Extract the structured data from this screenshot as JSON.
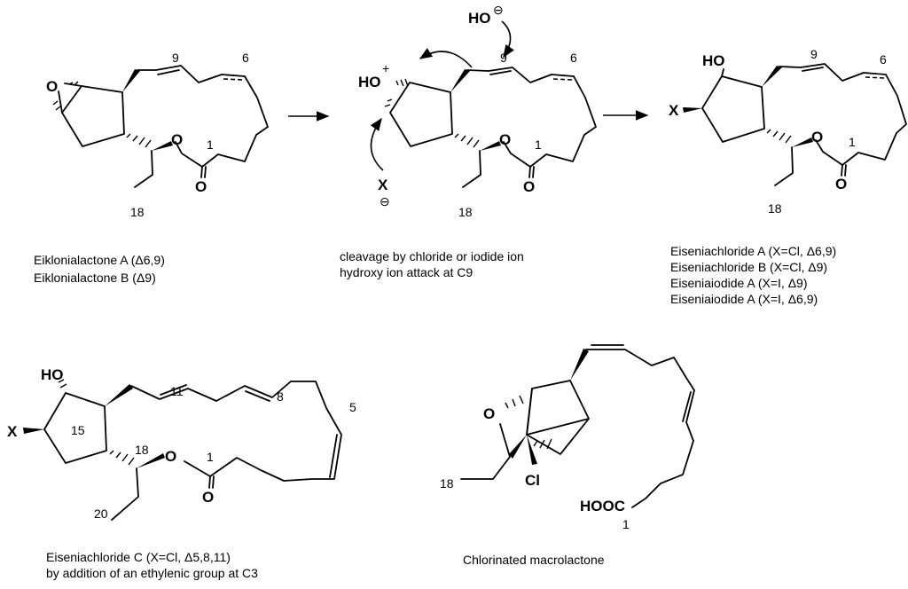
{
  "molecules": {
    "m1": {
      "atoms": {
        "O_epox": "O",
        "O_ring": "O",
        "O_carbonyl": "O"
      },
      "numbers": {
        "n9": "9",
        "n6": "6",
        "n1": "1",
        "n18": "18"
      },
      "caption": [
        "Eiklonialactone A (Δ6,9)",
        "Eiklonialactone B (Δ9)"
      ]
    },
    "m2": {
      "atoms": {
        "HO": "HO",
        "plus": "+",
        "X": "X",
        "X_charge": "⊖",
        "OH_ion": "HO",
        "OH_charge": "⊖",
        "O_ring": "O",
        "O_carbonyl": "O"
      },
      "numbers": {
        "n9": "9",
        "n6": "6",
        "n1": "1",
        "n18": "18"
      },
      "caption": [
        "cleavage by chloride or iodide ion",
        "hydroxy ion attack at C9"
      ]
    },
    "m3": {
      "atoms": {
        "HO": "HO",
        "X": "X",
        "O_ring": "O",
        "O_carbonyl": "O"
      },
      "numbers": {
        "n9": "9",
        "n6": "6",
        "n1": "1",
        "n18": "18"
      },
      "caption": [
        "Eiseniachloride A (X=Cl, Δ6,9)",
        "Eiseniachloride B (X=Cl, Δ9)",
        "Eiseniaiodide A (X=I, Δ9)",
        "Eiseniaiodide A (X=I, Δ6,9)"
      ]
    },
    "m4": {
      "atoms": {
        "HO": "HO",
        "X": "X",
        "O_ring": "O",
        "O_carbonyl": "O"
      },
      "numbers": {
        "n11": "11",
        "n8": "8",
        "n5": "5",
        "n15": "15",
        "n18": "18",
        "n1": "1",
        "n20": "20"
      },
      "caption": [
        "Eiseniachloride C (X=Cl, Δ5,8,11)",
        "by addition of an ethylenic group at C3"
      ]
    },
    "m5": {
      "atoms": {
        "O": "O",
        "Cl": "Cl",
        "HOOC": "HOOC"
      },
      "numbers": {
        "n18": "18",
        "n1": "1"
      },
      "caption": [
        "Chlorinated macrolactone"
      ]
    }
  }
}
